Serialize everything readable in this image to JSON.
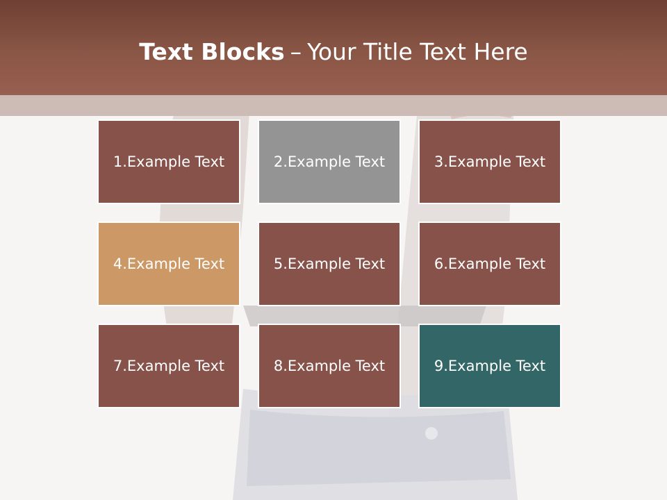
{
  "slide": {
    "title_bold": "Text Blocks",
    "title_separator": "–",
    "title_rest": "Your Title Text Here"
  },
  "colors": {
    "header_top": "#6e4033",
    "header_bottom": "#975f4f",
    "tile_brown": "#87524a",
    "tile_gray": "#949494",
    "tile_tan": "#cc9866",
    "tile_teal": "#336666"
  },
  "blocks": [
    {
      "label": "1.Example Text",
      "color": "#87524a"
    },
    {
      "label": "2.Example Text",
      "color": "#949494"
    },
    {
      "label": "3.Example Text",
      "color": "#87524a"
    },
    {
      "label": "4.Example Text",
      "color": "#cc9866"
    },
    {
      "label": "5.Example Text",
      "color": "#87524a"
    },
    {
      "label": "6.Example Text",
      "color": "#87524a"
    },
    {
      "label": "7.Example Text",
      "color": "#87524a"
    },
    {
      "label": "8.Example Text",
      "color": "#87524a"
    },
    {
      "label": "9.Example Text",
      "color": "#336666"
    }
  ]
}
